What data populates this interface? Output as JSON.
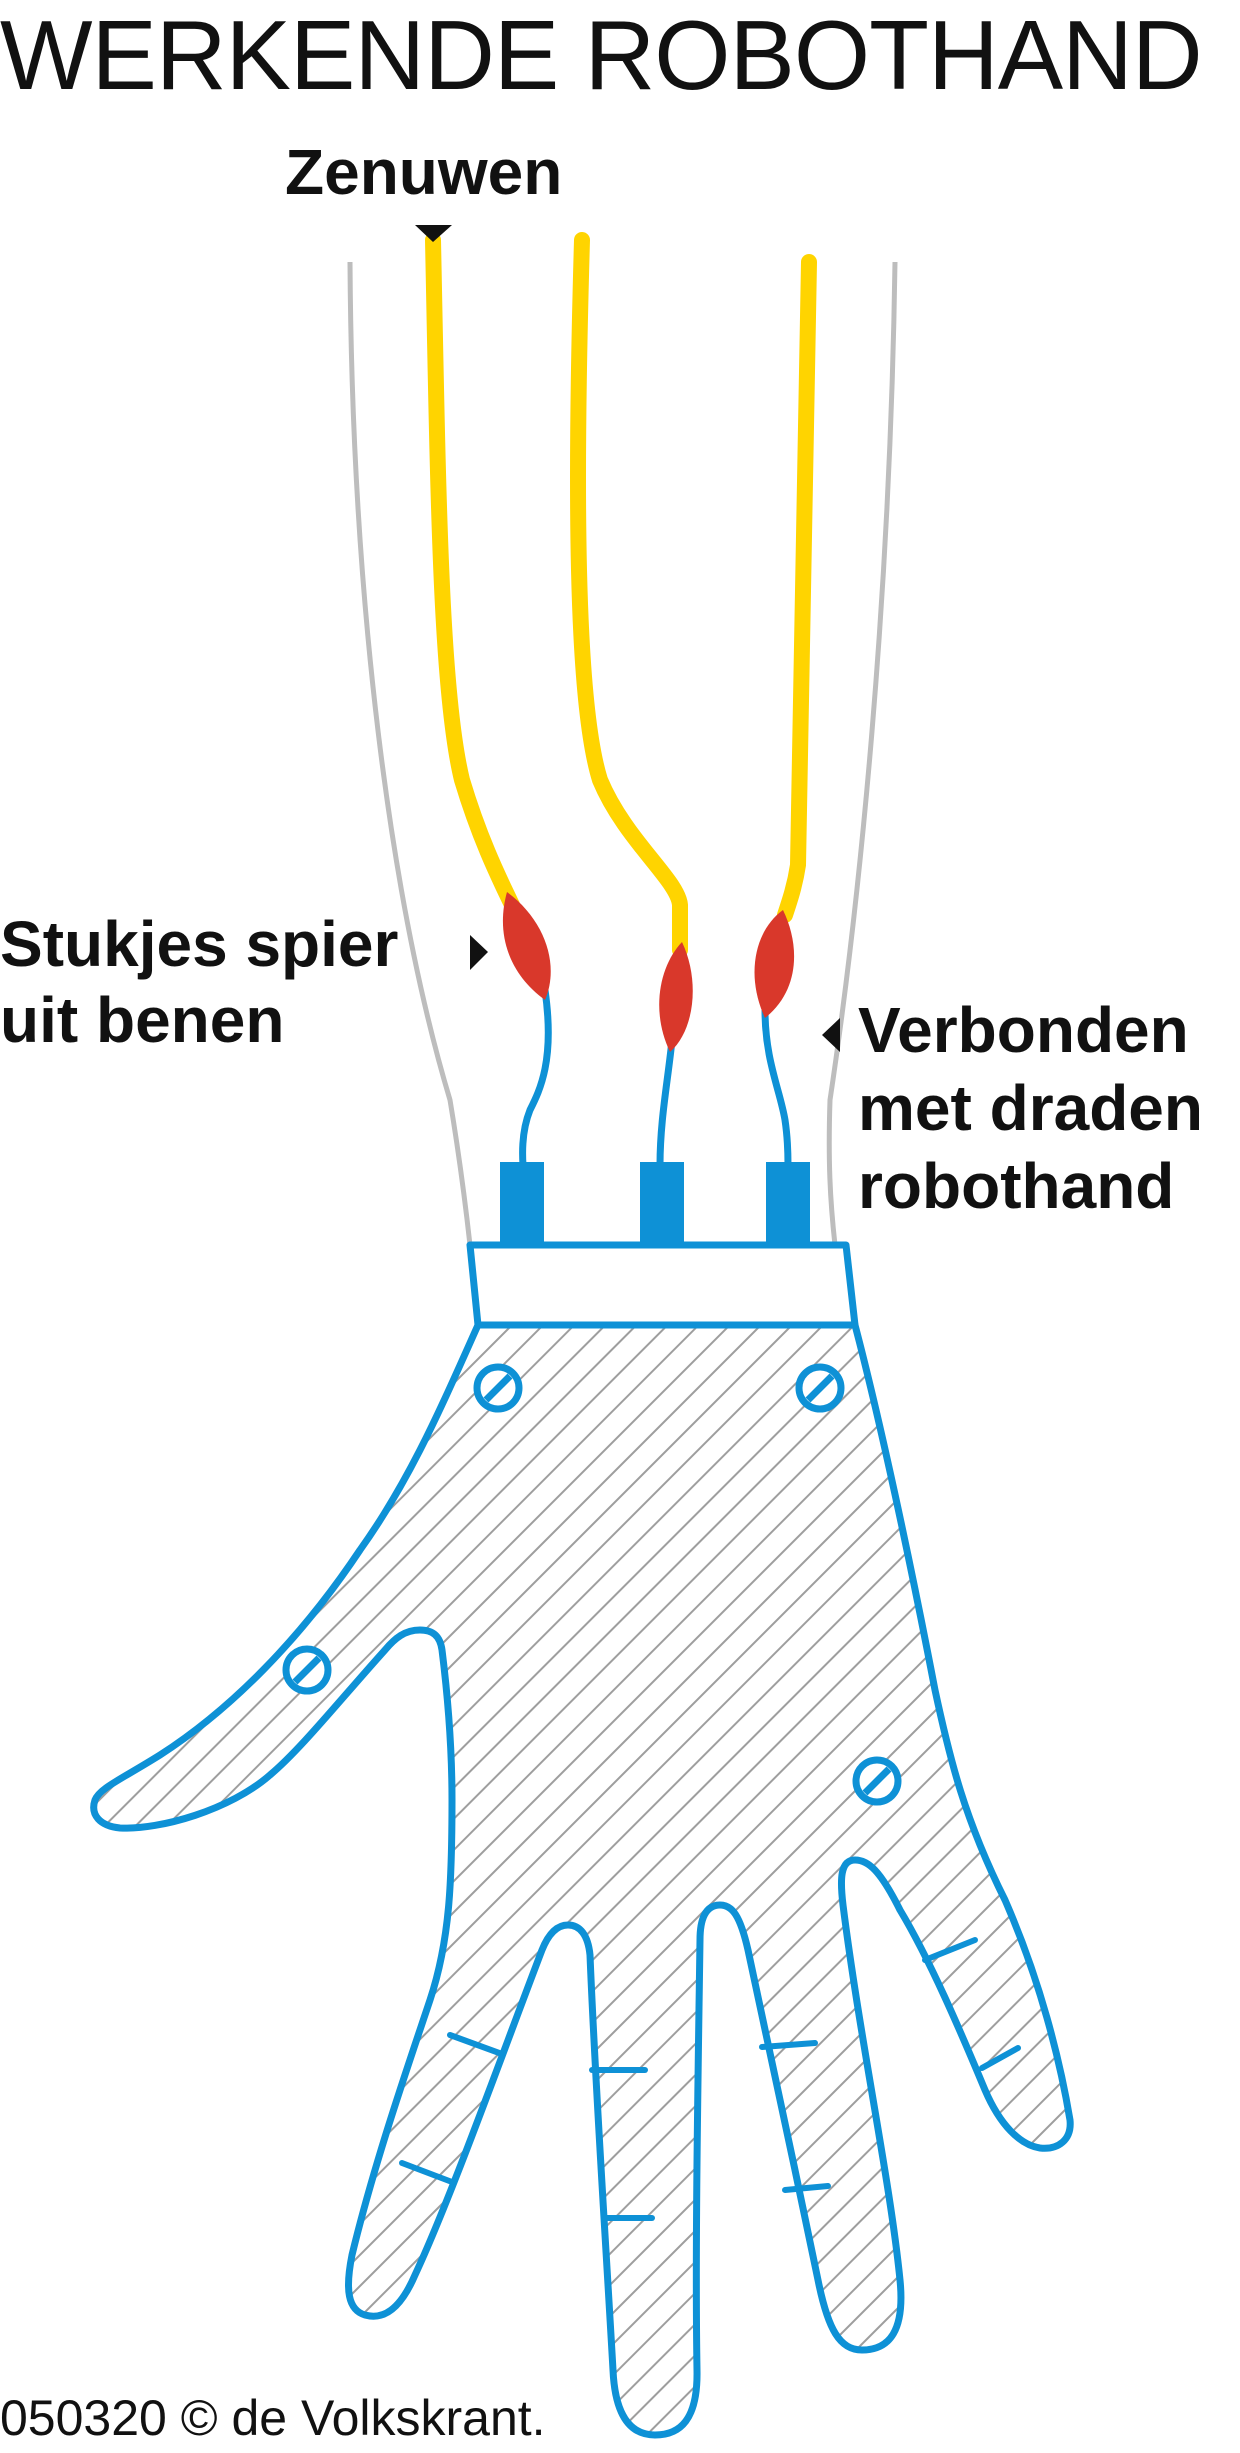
{
  "title": "WERKENDE ROBOTHAND",
  "labels": {
    "nerves": "Zenuwen",
    "muscle": [
      "Stukjes spier",
      "uit benen"
    ],
    "connected": [
      "Verbonden",
      "met draden",
      "robothand"
    ]
  },
  "credit": "050320 © de Volkskrant.",
  "colors": {
    "nerve": "#FFD400",
    "muscle": "#D9382B",
    "wire": "#0E91D6",
    "arm_outline": "#BDBDBD",
    "hand_hatch": "#9E9E9E",
    "text": "#111111"
  },
  "icons": {
    "pointer": "triangle-pointer-icon",
    "screw": "screw-icon"
  }
}
